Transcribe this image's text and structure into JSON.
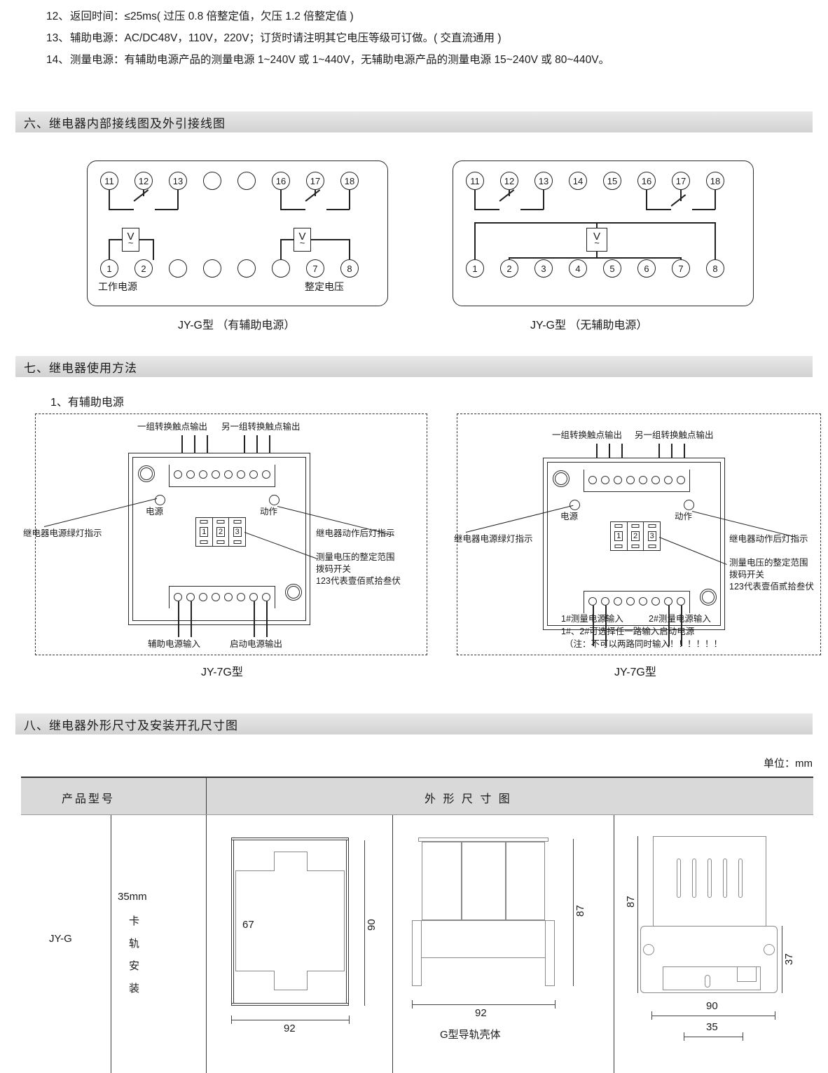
{
  "specs": [
    {
      "num": "12、",
      "label": "返回时间：",
      "text": "≤25ms( 过压 0.8 倍整定值，欠压 1.2 倍整定值 )"
    },
    {
      "num": "13、",
      "label": "辅助电源：",
      "text": "AC/DC48V，110V，220V；订货时请注明其它电压等级可订做。( 交直流通用 )"
    },
    {
      "num": "14、",
      "label": "测量电源：",
      "text": "有辅助电源产品的测量电源 1~240V 或 1~440V，无辅助电源产品的测量电源 15~240V 或 80~440V。"
    }
  ],
  "sections": {
    "six": "六、继电器内部接线图及外引接线图",
    "seven": "七、继电器使用方法",
    "eight": "八、继电器外形尺寸及安装开孔尺寸图"
  },
  "wiring": {
    "left": {
      "caption": "JY-G型 （有辅助电源）",
      "top_terminals": [
        "11",
        "12",
        "13",
        "",
        "",
        "16",
        "17",
        "18"
      ],
      "bottom_terminals": [
        "1",
        "2",
        "",
        "",
        "",
        "",
        "7",
        "8"
      ],
      "label_left": "工作电源",
      "label_right": "整定电压",
      "meter_symbol": "V",
      "meter_sub": "~"
    },
    "right": {
      "caption": "JY-G型 （无辅助电源）",
      "top_terminals": [
        "11",
        "12",
        "13",
        "14",
        "15",
        "16",
        "17",
        "18"
      ],
      "bottom_terminals": [
        "1",
        "2",
        "3",
        "4",
        "5",
        "6",
        "7",
        "8"
      ],
      "meter_symbol": "V",
      "meter_sub": "~"
    }
  },
  "usage": {
    "subtitle": "1、有辅助电源",
    "left": {
      "caption": "JY-7G型",
      "top_label_1": "一组转换触点输出",
      "top_label_2": "另一组转换触点输出",
      "led_power": "电源",
      "led_action": "动作",
      "note_left": "继电器电源绿灯指示",
      "note_right": "继电器动作后灯指示",
      "note_dip": [
        "测量电压的整定范围",
        "拨码开关",
        "123代表壹佰贰拾叁伏"
      ],
      "bottom_label_1": "辅助电源输入",
      "bottom_label_2": "启动电源输出",
      "dip_numbers": [
        "1",
        "2",
        "3"
      ]
    },
    "right": {
      "caption": "JY-7G型",
      "top_label_1": "一组转换触点输出",
      "top_label_2": "另一组转换触点输出",
      "led_power": "电源",
      "led_action": "动作",
      "note_left": "继电器电源绿灯指示",
      "note_right": "继电器动作后灯指示",
      "note_dip": [
        "测量电压的整定范围",
        "拨码开关",
        "123代表壹佰贰拾叁伏"
      ],
      "bottom_label_1": "1#测量电源输入",
      "bottom_label_2": "2#测量电源输入",
      "bottom_note_1": "1#、2#可选择任一路输入启动电源",
      "bottom_note_2": "（注：不可以两路同时输入！！！！！！",
      "dip_numbers": [
        "1",
        "2",
        "3"
      ]
    }
  },
  "dimensions": {
    "unit": "单位：mm",
    "col_model_header": "产品型号",
    "col_drawing_header": "外 形 尺 寸 图",
    "model": "JY-G",
    "mount": "35mm 卡轨安装",
    "mount_size": "35mm",
    "mount_chars": [
      "卡",
      "轨",
      "安",
      "装"
    ],
    "view1": {
      "width": "92",
      "height": "90",
      "inner": "67"
    },
    "view2": {
      "width": "92",
      "height": "87",
      "caption": "G型导轨壳体"
    },
    "view3": {
      "height": "87",
      "sub_height": "37",
      "width": "90",
      "rail": "35"
    }
  }
}
